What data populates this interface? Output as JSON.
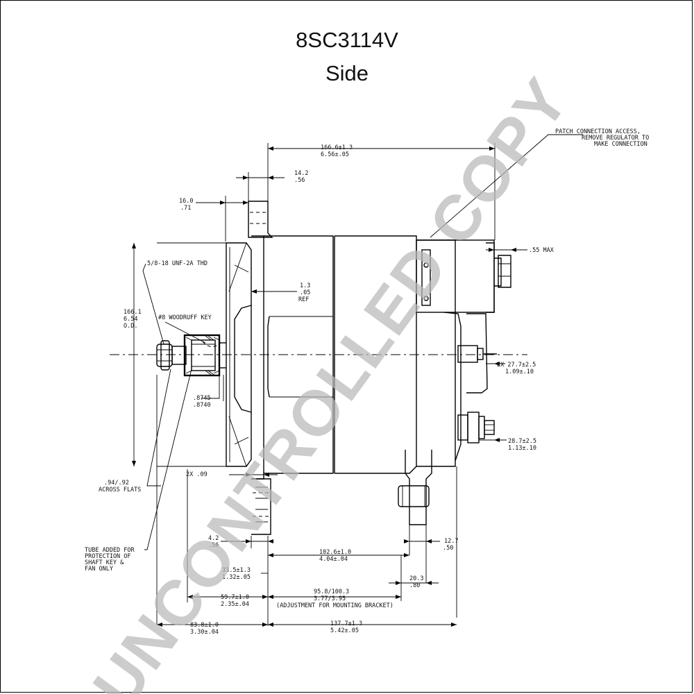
{
  "header": {
    "title": "8SC3114V",
    "subtitle": "Side"
  },
  "watermark": {
    "text": "UNCONTROLLED COPY",
    "color": "#b8b8b8"
  },
  "dimensions": {
    "overall_length": [
      "166.6±1.3",
      "6.56±.05"
    ],
    "bracket_ear_width": [
      "14.2",
      ".56"
    ],
    "bracket_ear_offset": [
      "16.0",
      ".71"
    ],
    "od": [
      "166.1",
      "6.54",
      "O.D."
    ],
    "ref": [
      "1.3",
      ".05",
      "REF"
    ],
    "max_clearance": ".55 MAX",
    "term_1": [
      "2X 27.7±2.5",
      "1.09±.10"
    ],
    "term_2": [
      "28.7±2.5",
      "1.13±.10"
    ],
    "shaft_dia": [
      ".8745",
      ".8740"
    ],
    "flats_gap": "2X .09",
    "flats": [
      ".94/.92",
      "ACROSS FLATS"
    ],
    "shoulder": [
      "4.2",
      ".56"
    ],
    "pivot_spacing": [
      "102.6±1.0",
      "4.04±.04"
    ],
    "foot_width": [
      "12.7",
      ".50"
    ],
    "bracket_to_front": [
      "33.5±1.3",
      "1.32±.05"
    ],
    "foot_offset": [
      "20.3",
      ".80"
    ],
    "pulley_to_bracket": [
      "59.7±1.0",
      "2.35±.04"
    ],
    "mount_adjust": [
      "95.8/100.3",
      "3.77/3.95",
      "(ADJUSTMENT FOR MOUNTING BRACKET)"
    ],
    "front_overall": [
      "83.8±1.0",
      "3.30±.04"
    ],
    "rear_overall": [
      "137.7±1.3",
      "5.42±.05"
    ]
  },
  "notes": {
    "thread": "5/8-18 UNF-2A THD",
    "key": "#8 WOODRUFF KEY",
    "connection": [
      "PATCH CONNECTION ACCESS,",
      "REMOVE REGULATOR TO",
      "MAKE CONNECTION"
    ],
    "tube": [
      "TUBE ADDED FOR",
      "PROTECTION OF",
      "SHAFT KEY &",
      "FAN ONLY"
    ]
  }
}
